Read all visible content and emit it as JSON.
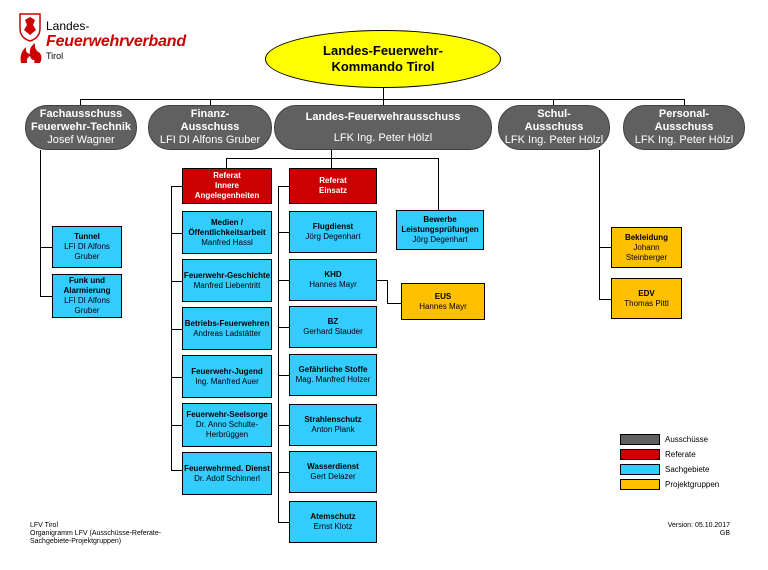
{
  "logo": {
    "line1": "Landes-",
    "line2": "Feuerwehrverband",
    "line3": "Tirol"
  },
  "top": {
    "line1": "Landes-Feuerwehr-",
    "line2": "Kommando Tirol"
  },
  "committees": [
    {
      "line1": "Fachausschuss",
      "line2": "Feuerwehr-Technik",
      "person": "Josef Wagner"
    },
    {
      "line1": "Finanz-",
      "line2": "Ausschuss",
      "person": "LFI DI Alfons Gruber"
    },
    {
      "line1": "Landes-Feuerwehrausschuss",
      "line2": "",
      "person": "LFK Ing. Peter Hölzl"
    },
    {
      "line1": "Schul-",
      "line2": "Ausschuss",
      "person": "LFK Ing. Peter Hölzl"
    },
    {
      "line1": "Personal-",
      "line2": "Ausschuss",
      "person": "LFK Ing. Peter Hölzl"
    }
  ],
  "referate": [
    {
      "line1": "Referat",
      "line2": "Innere",
      "line3": "Angelegenheiten"
    },
    {
      "line1": "Referat",
      "line2": "Einsatz",
      "line3": ""
    }
  ],
  "technik": [
    {
      "title": "Tunnel",
      "person": "LFI DI Alfons Gruber"
    },
    {
      "title": "Funk und Alarmierung",
      "person": "LFI DI Alfons Gruber"
    }
  ],
  "innere": [
    {
      "title": "Medien / Öffentlichkeitsarbeit",
      "person": "Manfred Hassl"
    },
    {
      "title": "Feuerwehr-Geschichte",
      "person": "Manfred Liebentritt"
    },
    {
      "title": "Betriebs-Feuerwehren",
      "person": "Andreas Ladstätter"
    },
    {
      "title": "Feuerwehr-Jugend",
      "person": "Ing. Manfred Auer"
    },
    {
      "title": "Feuerwehr-Seelsorge",
      "person": "Dr. Anno Schulte-Herbrüggen"
    },
    {
      "title": "Feuerwehrmed. Dienst",
      "person": "Dr. Adolf Schinnerl"
    }
  ],
  "einsatz": [
    {
      "title": "Flugdienst",
      "person": "Jörg Degenhart"
    },
    {
      "title": "KHD",
      "person": "Hannes Mayr"
    },
    {
      "title": "BZ",
      "person": "Gerhard Stauder"
    },
    {
      "title": "Gefährliche Stoffe",
      "person": "Mag. Manfred Holzer"
    },
    {
      "title": "Strahlenschutz",
      "person": "Anton Plank"
    },
    {
      "title": "Wasserdienst",
      "person": "Gert Delazer"
    },
    {
      "title": "Atemschutz",
      "person": "Ernst Klotz"
    }
  ],
  "bewerbe": {
    "title": "Bewerbe Leistungsprüfungen",
    "person": "Jörg Degenhart"
  },
  "eus": {
    "title": "EUS",
    "person": "Hannes Mayr"
  },
  "personal": [
    {
      "title": "Bekleidung",
      "person": "Johann Steinberger"
    },
    {
      "title": "EDV",
      "person": "Thomas Pittl"
    }
  ],
  "legend": [
    {
      "label": "Ausschüsse",
      "color": "#606060"
    },
    {
      "label": "Referate",
      "color": "#cc0000"
    },
    {
      "label": "Sachgebiete",
      "color": "#33ccff"
    },
    {
      "label": "Projektgruppen",
      "color": "#ffc000"
    }
  ],
  "footer": {
    "left1": "LFV Tirol",
    "left2": "Organigramm LFV (Ausschüsse-Referate-",
    "left3": "Sachgebiete-Projektgruppen)",
    "right1": "Version: 05.10.2017",
    "right2": "GB"
  }
}
